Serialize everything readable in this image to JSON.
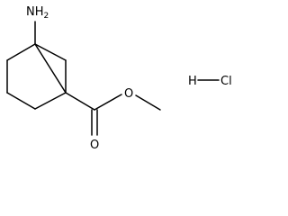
{
  "labels": {
    "amine": "NH",
    "amine_subscript": "2",
    "ether_oxygen": "O",
    "carbonyl_oxygen": "O",
    "salt_hydrogen": "H",
    "salt_chlorine": "Cl"
  },
  "colors": {
    "bond": "#000000",
    "text": "#000000",
    "background": "#ffffff"
  }
}
